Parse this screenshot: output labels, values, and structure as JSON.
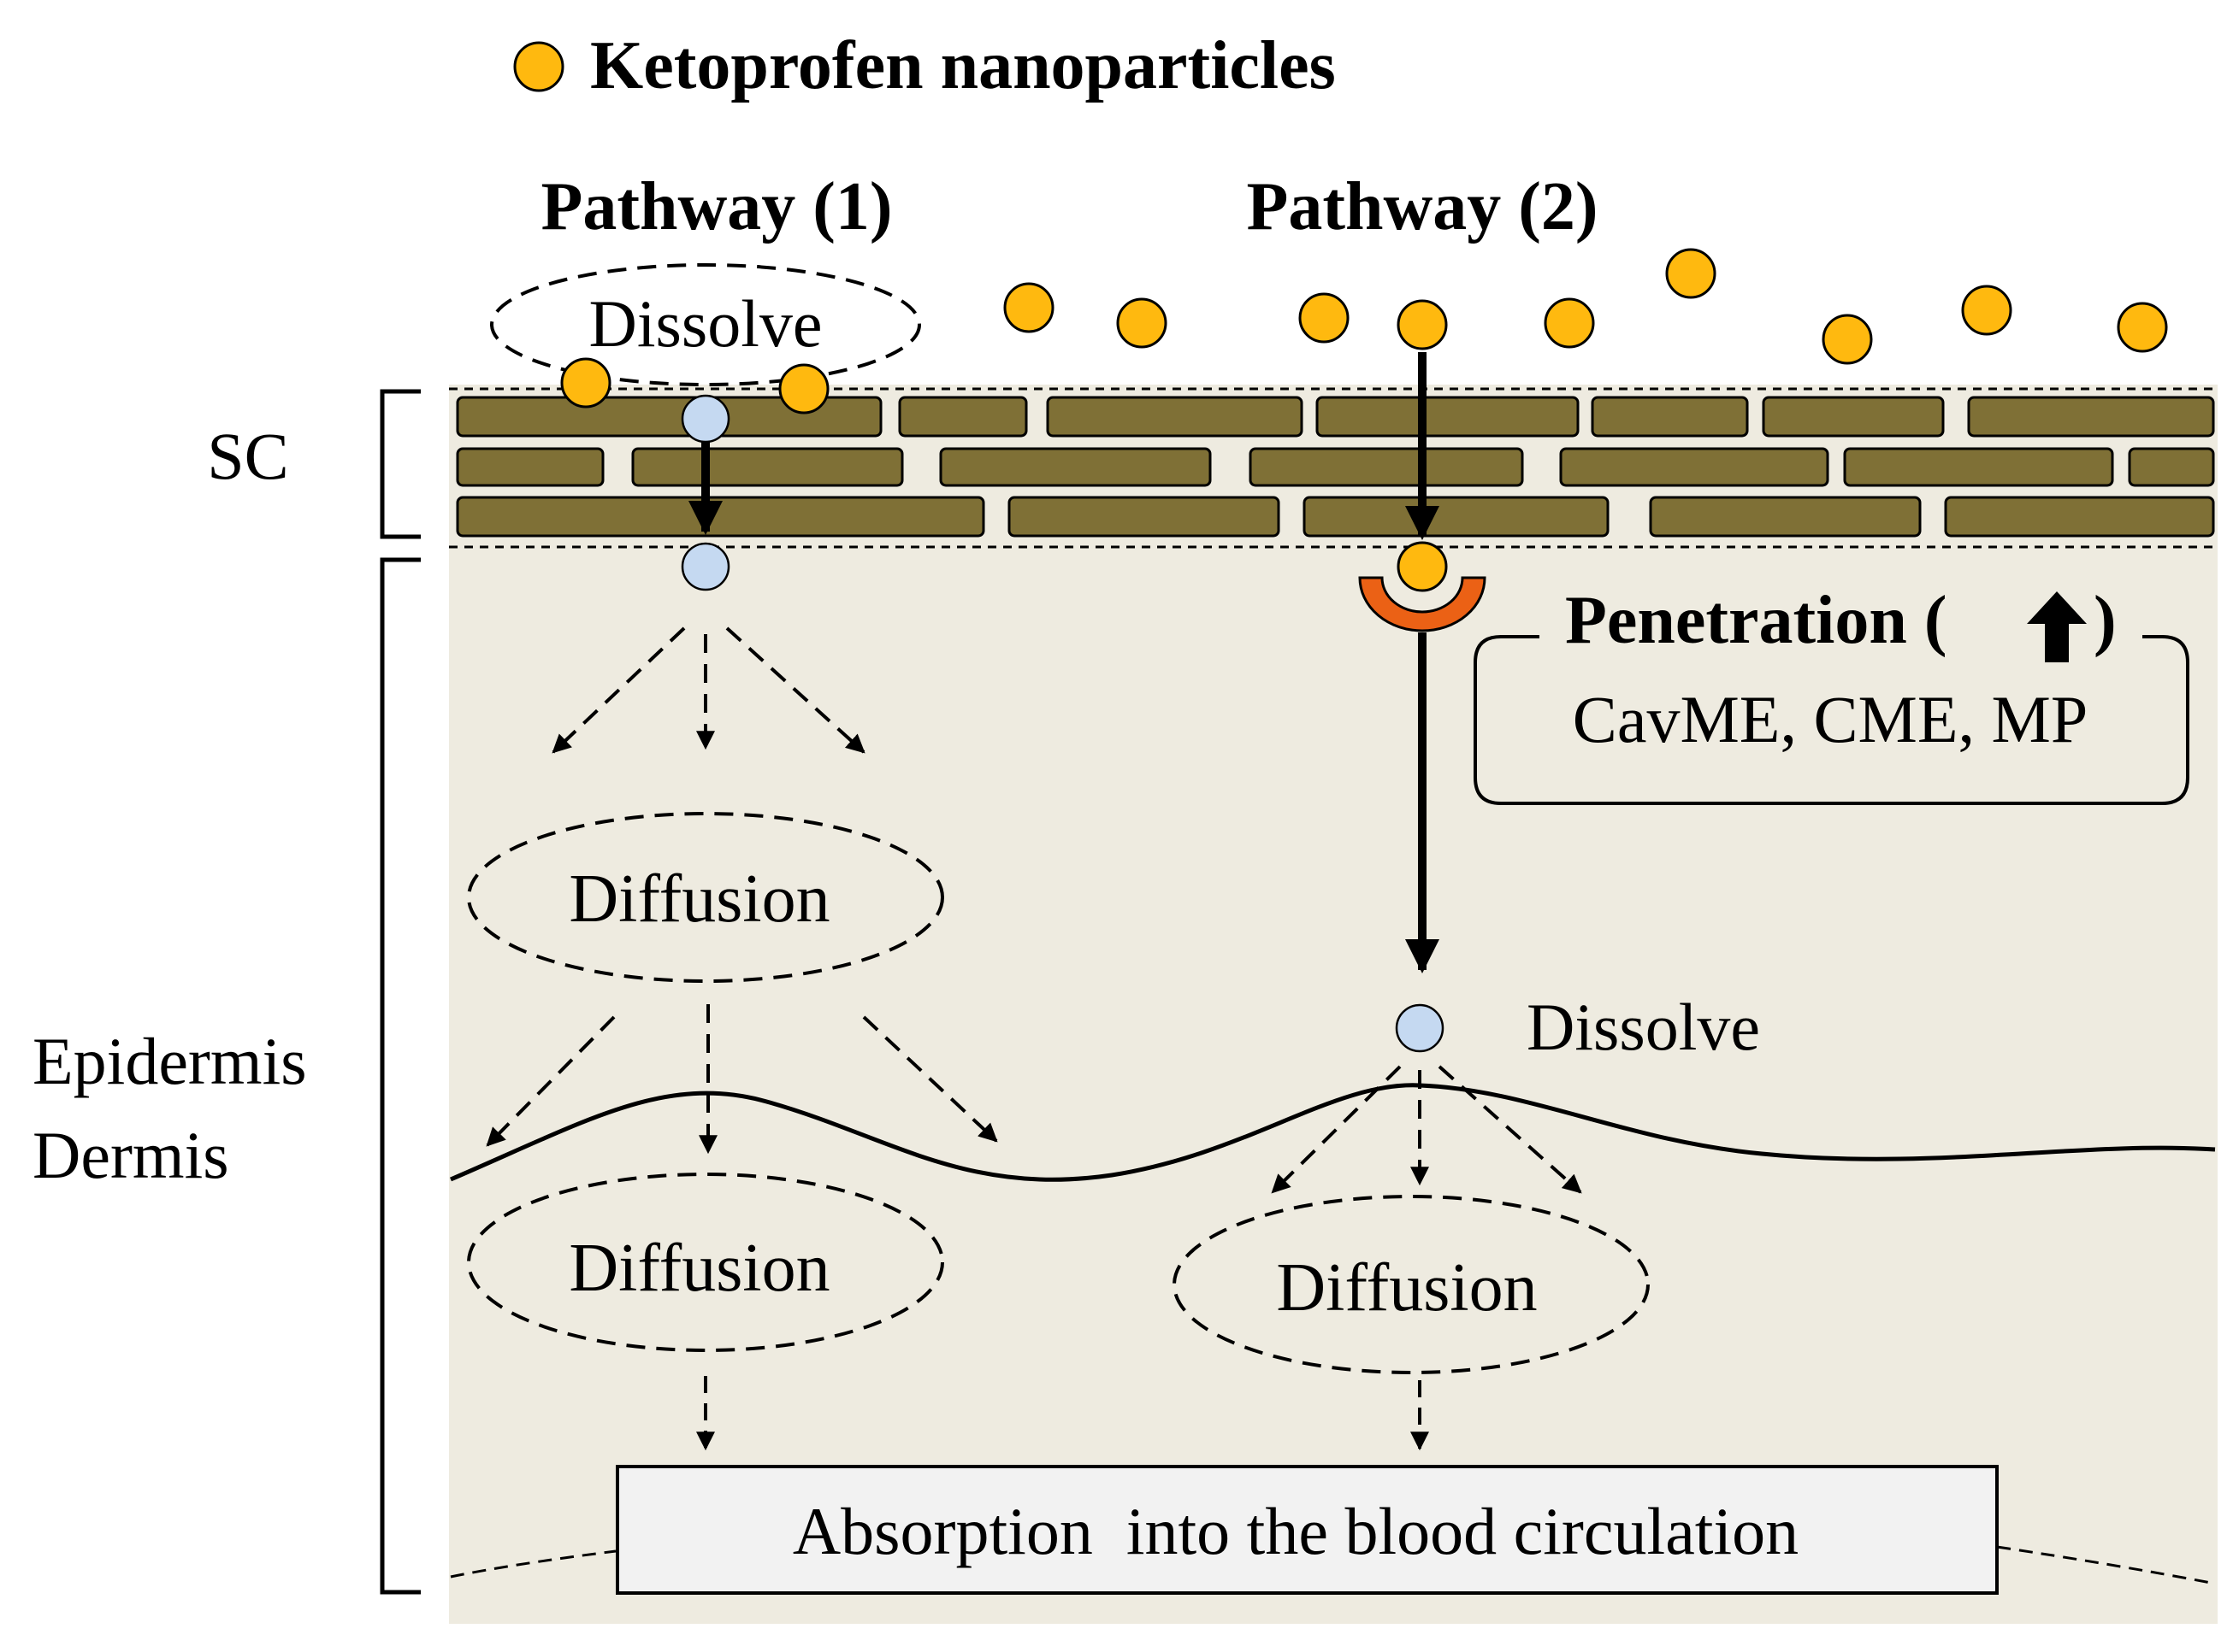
{
  "legend": {
    "marker_label": "Ketoprofen nanoparticles"
  },
  "pathway_1": {
    "title": "Pathway (1)",
    "steps": {
      "dissolve": "Dissolve",
      "diffusion_epidermis": "Diffusion",
      "diffusion_dermis": "Diffusion"
    }
  },
  "pathway_2": {
    "title": "Pathway (2)",
    "penetration_title": "Penetration (",
    "penetration_close": ")",
    "uptake_mechanisms": "CavME, CME, MP",
    "steps": {
      "dissolve": "Dissolve",
      "diffusion": "Diffusion"
    }
  },
  "layers": {
    "sc": "SC",
    "epidermis": "Epidermis",
    "dermis": "Dermis"
  },
  "outcome": "Absorption  into the blood circulation",
  "colors": {
    "nanoparticle": "#FFB90F",
    "dissolved_drug": "#C5D9F1",
    "tissue": "#EEEBE0",
    "corneocyte": "#7F7036",
    "receptor": "#EB6115",
    "line": "#000000"
  }
}
